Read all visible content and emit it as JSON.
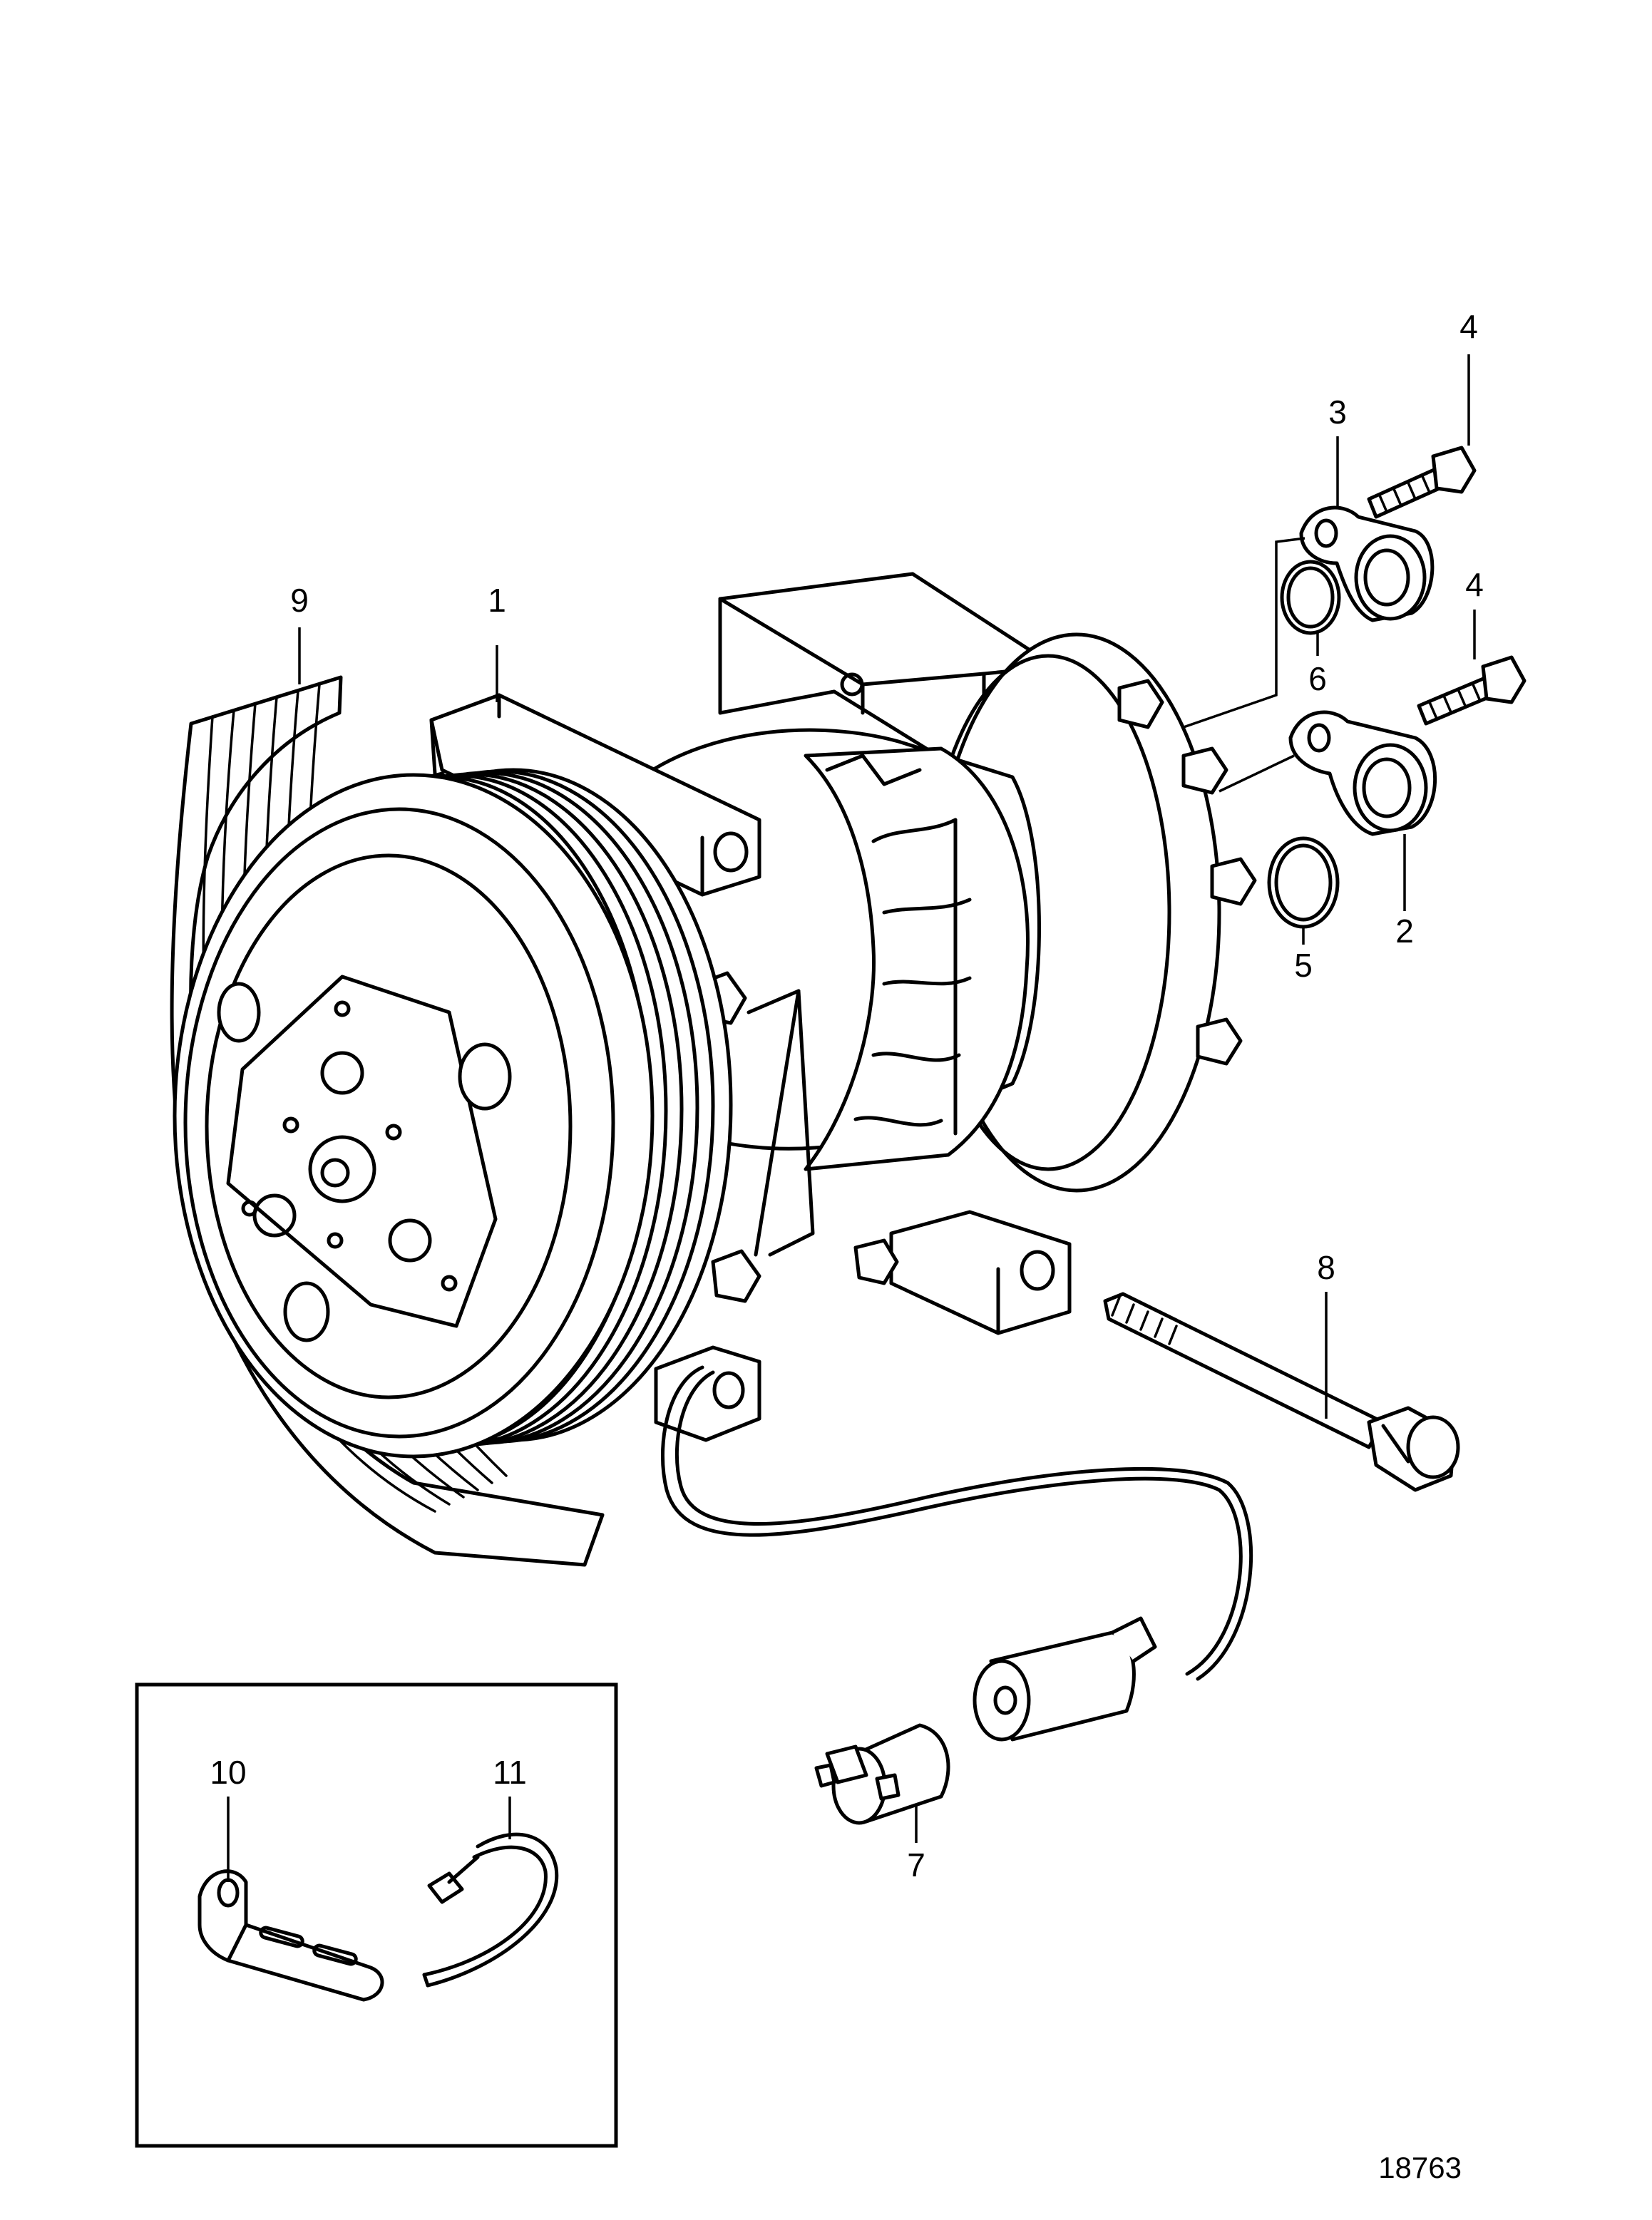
{
  "figure_number": "18763",
  "callouts": [
    {
      "id": "c1",
      "text": "1"
    },
    {
      "id": "c2",
      "text": "2"
    },
    {
      "id": "c3",
      "text": "3"
    },
    {
      "id": "c4a",
      "text": "4"
    },
    {
      "id": "c4b",
      "text": "4"
    },
    {
      "id": "c5",
      "text": "5"
    },
    {
      "id": "c6",
      "text": "6"
    },
    {
      "id": "c7",
      "text": "7"
    },
    {
      "id": "c8",
      "text": "8"
    },
    {
      "id": "c9",
      "text": "9"
    },
    {
      "id": "c10",
      "text": "10"
    },
    {
      "id": "c11",
      "text": "11"
    }
  ]
}
